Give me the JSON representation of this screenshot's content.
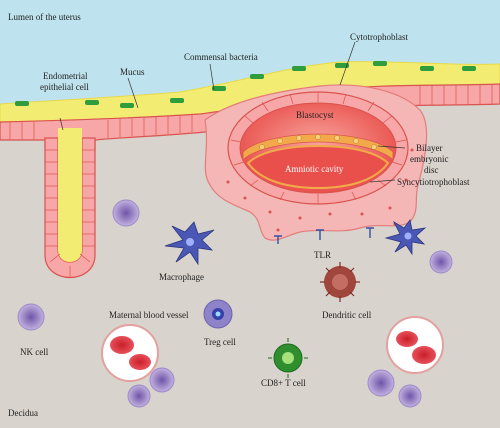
{
  "labels": {
    "lumen": "Lumen of the uterus",
    "endometrial_1": "Endometrial",
    "endometrial_2": "epithelial cell",
    "mucus": "Mucus",
    "commensal": "Commensal bacteria",
    "cytotrophoblast": "Cytotrophoblast",
    "blastocyst": "Blastocyst",
    "bilayer_1": "Bilayer",
    "bilayer_2": "embryonic",
    "bilayer_3": "disc",
    "amniotic": "Amniotic cavity",
    "syncytiotrophoblast": "Syncytiotrophoblast",
    "tlr": "TLR",
    "macrophage": "Macrophage",
    "dendritic": "Dendritic cell",
    "maternal_vessel": "Maternal blood vessel",
    "nk": "NK cell",
    "treg": "Treg cell",
    "cd8": "CD8+ T cell",
    "decidua": "Decidua"
  },
  "colors": {
    "lumen": "#bfe3ee",
    "decidua": "#d8d3cc",
    "mucus": "#f3ec72",
    "bacteria": "#2f9d3b",
    "epithelium": "#f7a7a7",
    "epithelium_stroke": "#d9534f",
    "blastocyst": "#f0706a",
    "trophoblast_mass": "#f5b6b6",
    "nk_cell": "#a48cc9",
    "treg": "#8e83c9",
    "cd8": "#2f8f2f",
    "macrophage": "#4a57b5",
    "dendritic": "#a0463c"
  }
}
